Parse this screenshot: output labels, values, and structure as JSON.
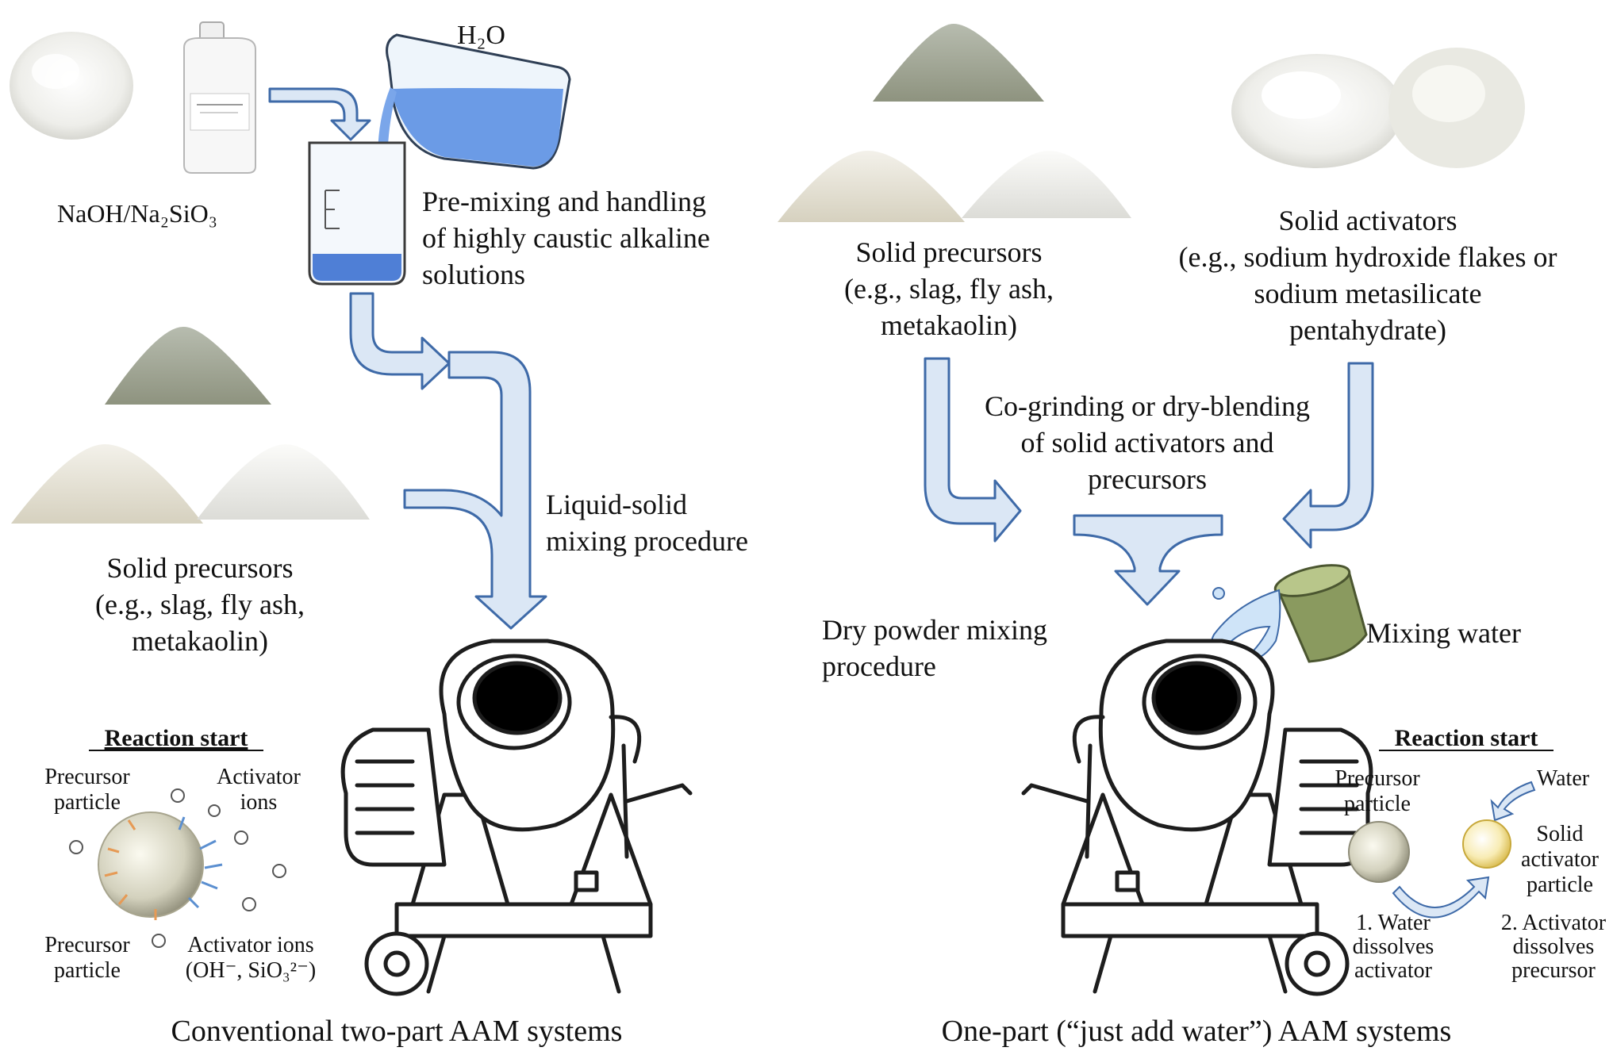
{
  "colors": {
    "arrow_fill": "#dbe7f5",
    "arrow_stroke": "#3e6aa8",
    "liquid": "#6b9be6",
    "powder_white": "#f1f1ee",
    "powder_grey": "#a8ad9f",
    "powder_beige": "#e3dfd2",
    "bucket": "#8a9a5f",
    "activator_particle": "#f6e9a8",
    "precursor_particle": "#d9d8c7"
  },
  "left": {
    "alkali_label": "NaOH/Na₂SiO₃",
    "water_label": "H₂O",
    "premix_text": [
      "Pre-mixing and handling",
      "of highly caustic alkaline",
      "solutions"
    ],
    "mixing_text": [
      "Liquid-solid",
      "mixing procedure"
    ],
    "precursors_text": [
      "Solid precursors",
      "(e.g., slag, fly ash,",
      "metakaolin)"
    ],
    "reaction_title": "Reaction start",
    "precursor_particle_top": [
      "Precursor",
      "particle"
    ],
    "activator_ions_top": [
      "Activator",
      "ions"
    ],
    "precursor_particle_bottom": [
      "Precursor",
      "particle"
    ],
    "activator_ions_bottom": [
      "Activator ions",
      "(OH⁻, SiO₃²⁻)"
    ],
    "caption": "Conventional two-part AAM systems"
  },
  "right": {
    "precursors_text": [
      "Solid precursors",
      "(e.g., slag, fly ash,",
      "metakaolin)"
    ],
    "activators_text": [
      "Solid activators",
      "(e.g., sodium hydroxide flakes or",
      "sodium metasilicate",
      "pentahydrate)"
    ],
    "cogrind_text": [
      "Co-grinding or dry-blending",
      "of solid activators and",
      "precursors"
    ],
    "dry_mix_text": [
      "Dry powder mixing",
      "procedure"
    ],
    "water_label": "Mixing water",
    "reaction_title": "Reaction start",
    "precursor_particle": [
      "Precursor",
      "particle"
    ],
    "water_small": "Water",
    "solid_activator": [
      "Solid",
      "activator",
      "particle"
    ],
    "step1": [
      "1. Water",
      "dissolves",
      "activator"
    ],
    "step2": [
      "2. Activator",
      "dissolves",
      "precursor"
    ],
    "caption": "One-part (“just add water”) AAM systems"
  },
  "icons": [
    "powder-pile-icon",
    "bottle-icon",
    "beaker-icon",
    "concrete-mixer-icon",
    "water-bucket-icon",
    "particle-icon"
  ]
}
